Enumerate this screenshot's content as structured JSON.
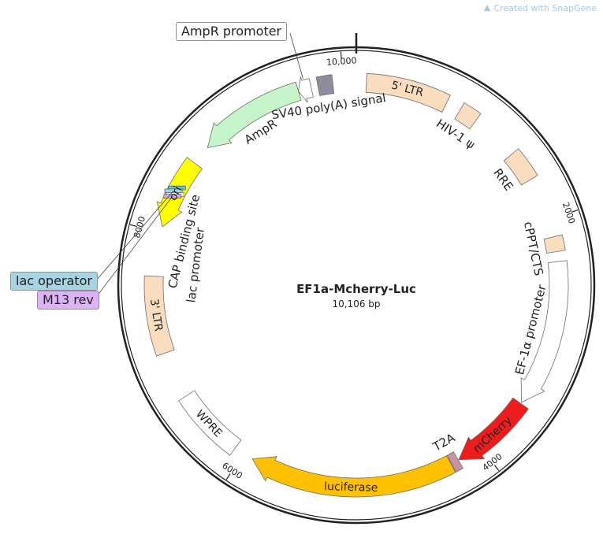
{
  "watermark": {
    "text": "Created with SnapGene",
    "brand_color": "#9ec9e6"
  },
  "plasmid": {
    "name": "EF1a-Mcherry-Luc",
    "length_label": "10,106 bp",
    "total_bp": 10106
  },
  "ticks": [
    {
      "bp": 10000,
      "label": "10,000"
    },
    {
      "bp": 2000,
      "label": "2000"
    },
    {
      "bp": 4000,
      "label": "4000"
    },
    {
      "bp": 6000,
      "label": "6000"
    },
    {
      "bp": 8000,
      "label": "8000"
    }
  ],
  "features": [
    {
      "id": "ltr5",
      "label": "5' LTR",
      "start": 80,
      "end": 740,
      "color": "#fadcbf",
      "type": "box",
      "label_inside": true
    },
    {
      "id": "hiv_psi",
      "label": "HIV-1 ψ",
      "start": 860,
      "end": 1010,
      "color": "#fadcbf",
      "type": "box",
      "label_inside": false
    },
    {
      "id": "rre",
      "label": "RRE",
      "start": 1400,
      "end": 1650,
      "color": "#fadcbf",
      "type": "box",
      "label_inside": false
    },
    {
      "id": "cppt",
      "label": "cPPT/CTS",
      "start": 2140,
      "end": 2260,
      "color": "#fadcbf",
      "type": "box",
      "label_inside": false
    },
    {
      "id": "ef1a",
      "label": "EF-1α promoter",
      "start": 2340,
      "end": 3520,
      "color": "#ffffff",
      "type": "arrow",
      "dir": 1,
      "label_inside": false
    },
    {
      "id": "mcherry",
      "label": "mCherry",
      "start": 3530,
      "end": 4200,
      "color": "#ee1c1c",
      "type": "arrow",
      "dir": 1,
      "label_inside": true
    },
    {
      "id": "t2a",
      "label": "T2A",
      "start": 4205,
      "end": 4265,
      "color": "#c792a2",
      "type": "box",
      "label_inside": false
    },
    {
      "id": "luciferase",
      "label": "luciferase",
      "start": 4270,
      "end": 5920,
      "color": "#ffc000",
      "type": "arrow",
      "dir": 1,
      "label_inside": true
    },
    {
      "id": "wpre",
      "label": "WPRE",
      "start": 6080,
      "end": 6650,
      "color": "#ffffff",
      "type": "box",
      "label_inside": true
    },
    {
      "id": "ltr3",
      "label": "3' LTR",
      "start": 7030,
      "end": 7650,
      "color": "#fadcbf",
      "type": "box",
      "label_inside": true
    },
    {
      "id": "ori",
      "label": "ori",
      "start": 8050,
      "end": 8620,
      "color": "#ffff00",
      "type": "arrow",
      "dir": -1,
      "label_inside": true
    },
    {
      "id": "ampr",
      "label": "AmpR",
      "start": 8780,
      "end": 9640,
      "color": "#c5f5c9",
      "type": "arrow",
      "dir": -1,
      "label_inside": false
    },
    {
      "id": "ampr_prom",
      "label": "AmpR promoter",
      "start": 9640,
      "end": 9745,
      "color": "#ffffff",
      "type": "arrow",
      "dir": -1,
      "label_inside": false
    },
    {
      "id": "sv40",
      "label": "SV40 poly(A) signal",
      "start": 9800,
      "end": 9920,
      "color": "#8c8c9c",
      "type": "box",
      "label_inside": false
    }
  ],
  "small_features": [
    {
      "id": "cap",
      "label": "CAP binding site",
      "color": "#6fbfc9"
    },
    {
      "id": "lac_operator",
      "label": "lac operator",
      "color": "#9ed3df"
    },
    {
      "id": "lac_promoter",
      "label": "lac promoter",
      "color": "#ffffff"
    },
    {
      "id": "m13rev",
      "label": "M13 rev",
      "color": "#d9a6f2"
    }
  ],
  "callouts": {
    "ampr_promoter": {
      "text": "AmpR promoter",
      "color": "#ffffff"
    },
    "lac_operator": {
      "text": "lac operator",
      "color": "#a8d3e2"
    },
    "m13_rev": {
      "text": "M13 rev",
      "color": "#dcb4f5"
    }
  }
}
